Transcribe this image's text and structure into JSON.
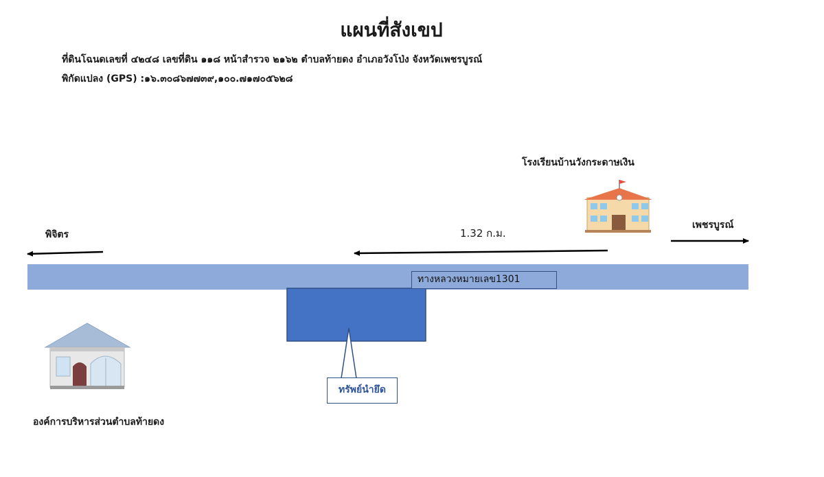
{
  "map": {
    "title": "แผนที่สังเขป",
    "info_line_1": "ที่ดินโฉนดเลขที่ ๔๒๔๘ เลขที่ดิน ๑๑๘ หน้าสำรวจ ๒๑๖๒ ตำบลท้ายดง อำเภอวังโป่ง จังหวัดเพชรบูรณ์",
    "info_line_2": "พิกัดแปลง (GPS) :๑๖.๓๐๘๖๗๗๓๙,๑๐๐.๗๑๗๐๕๖๒๘",
    "road_label": "ทางหลวงหมายเลข1301",
    "direction_left": "พิจิตร",
    "direction_right": "เพชรบูรณ์",
    "distance": "1.32 ก.ม.",
    "school_name": "โรงเรียนบ้านวังกระดาษเงิน",
    "office_name": "องค์การบริหารส่วนตำบลท้ายดง",
    "property_label": "ทรัพย์นำยึด"
  },
  "colors": {
    "road": "#8eaadb",
    "property": "#4472c4",
    "property_border": "#2f4f85",
    "label_text": "#2f5597",
    "arrow": "#000000"
  },
  "icons": {
    "school": "school-building-icon",
    "office": "office-building-icon"
  }
}
